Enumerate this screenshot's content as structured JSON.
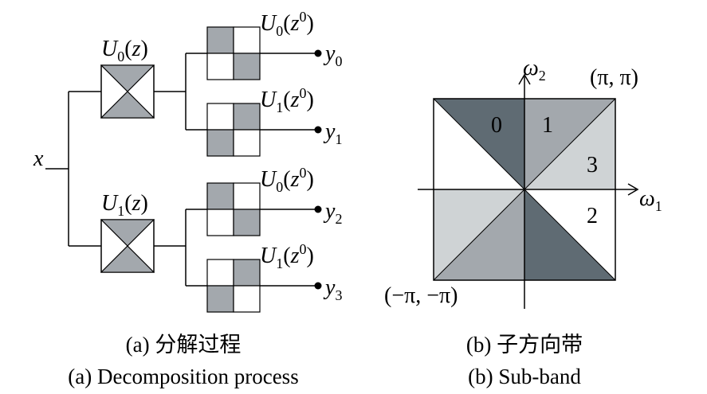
{
  "input_label": "x",
  "stage1": [
    {
      "name": "U",
      "sub": "0",
      "arg": "z"
    },
    {
      "name": "U",
      "sub": "1",
      "arg": "z"
    }
  ],
  "stage2": [
    {
      "name": "U",
      "sub": "0",
      "arg": "z",
      "sup": "0"
    },
    {
      "name": "U",
      "sub": "1",
      "arg": "z",
      "sup": "0"
    },
    {
      "name": "U",
      "sub": "0",
      "arg": "z",
      "sup": "0"
    },
    {
      "name": "U",
      "sub": "1",
      "arg": "z",
      "sup": "0"
    }
  ],
  "outputs": [
    {
      "name": "y",
      "sub": "0"
    },
    {
      "name": "y",
      "sub": "1"
    },
    {
      "name": "y",
      "sub": "2"
    },
    {
      "name": "y",
      "sub": "3"
    }
  ],
  "subband": {
    "axis_x": {
      "name": "ω",
      "sub": "1"
    },
    "axis_y": {
      "name": "ω",
      "sub": "2"
    },
    "corner_top_right": "(π, π)",
    "corner_bottom_left": "(−π, −π)",
    "regions": [
      "0",
      "1",
      "3",
      "2"
    ]
  },
  "captions": {
    "a_cn": "(a) 分解过程",
    "a_en": "(a) Decomposition process",
    "b_cn": "(b) 子方向带",
    "b_en": "(b) Sub-band"
  },
  "colors": {
    "dark": "#5f6b73",
    "mid": "#a3a8ad",
    "light": "#cfd3d5",
    "line": "#000000"
  }
}
